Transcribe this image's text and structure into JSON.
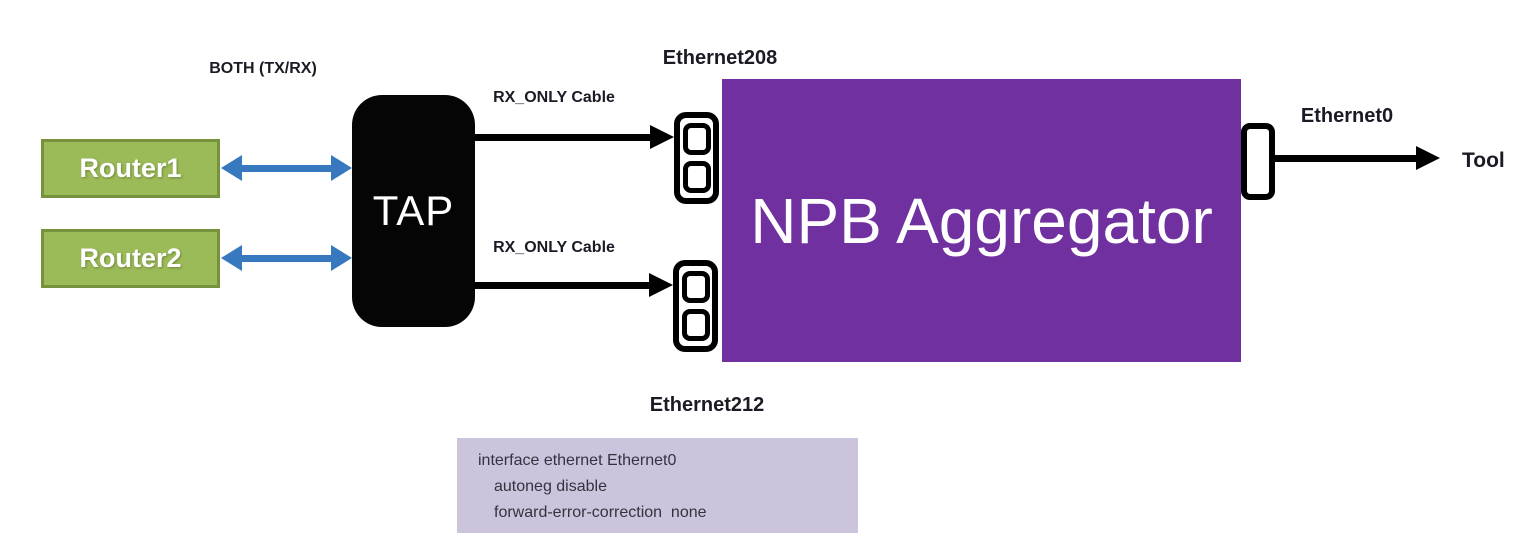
{
  "diagram_title": "TAP to NPB Aggregator network diagram",
  "colors": {
    "router_fill": "#9bbb59",
    "router_border": "#76923c",
    "tap_fill": "#050505",
    "npb_fill": "#7030a0",
    "blue_arrow": "#3778bf",
    "cable_black": "#000000",
    "config_box_fill": "#ccc4dc",
    "label_text": "#1b1b26"
  },
  "nodes": {
    "router1": {
      "label": "Router1"
    },
    "router2": {
      "label": "Router2"
    },
    "tap": {
      "label": "TAP"
    },
    "npb": {
      "label": "NPB Aggregator"
    },
    "tool": {
      "label": "Tool"
    }
  },
  "labels": {
    "both_txrx": "BOTH (TX/RX)",
    "rx_only_top": "RX_ONLY Cable",
    "rx_only_bottom": "RX_ONLY Cable",
    "ethernet208": "Ethernet208",
    "ethernet212": "Ethernet212",
    "ethernet0": "Ethernet0"
  },
  "config_box": {
    "lines": [
      "interface ethernet  Ethernet0",
      "autoneg disable",
      "forward-error-correction  none"
    ]
  }
}
